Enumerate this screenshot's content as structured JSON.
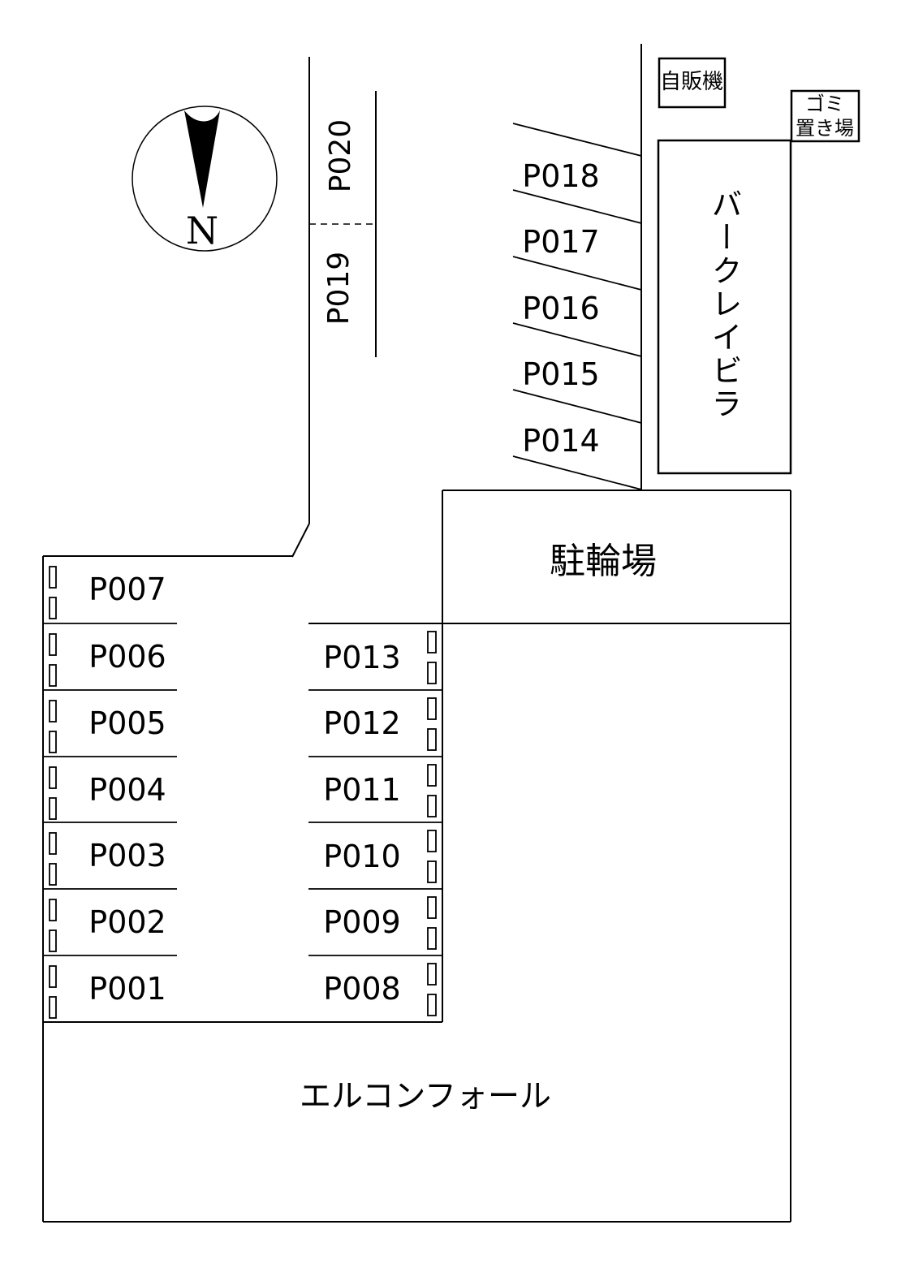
{
  "colors": {
    "background": "#ffffff",
    "line": "#000000"
  },
  "compass": {
    "north_label": "N"
  },
  "street_spaces": [
    "P020",
    "P019"
  ],
  "diagonal_spaces": [
    "P018",
    "P017",
    "P016",
    "P015",
    "P014"
  ],
  "left_spaces": [
    "P007",
    "P006",
    "P005",
    "P004",
    "P003",
    "P002",
    "P001"
  ],
  "middle_spaces": [
    "P013",
    "P012",
    "P011",
    "P010",
    "P009",
    "P008"
  ],
  "facilities": {
    "vending_machine": "自販機",
    "garbage_area_line1": "ゴミ",
    "garbage_area_line2": "置き場",
    "neighbor_building": "バークレイビラ",
    "bicycle_parking": "駐輪場",
    "main_building": "エルコンフォール"
  }
}
